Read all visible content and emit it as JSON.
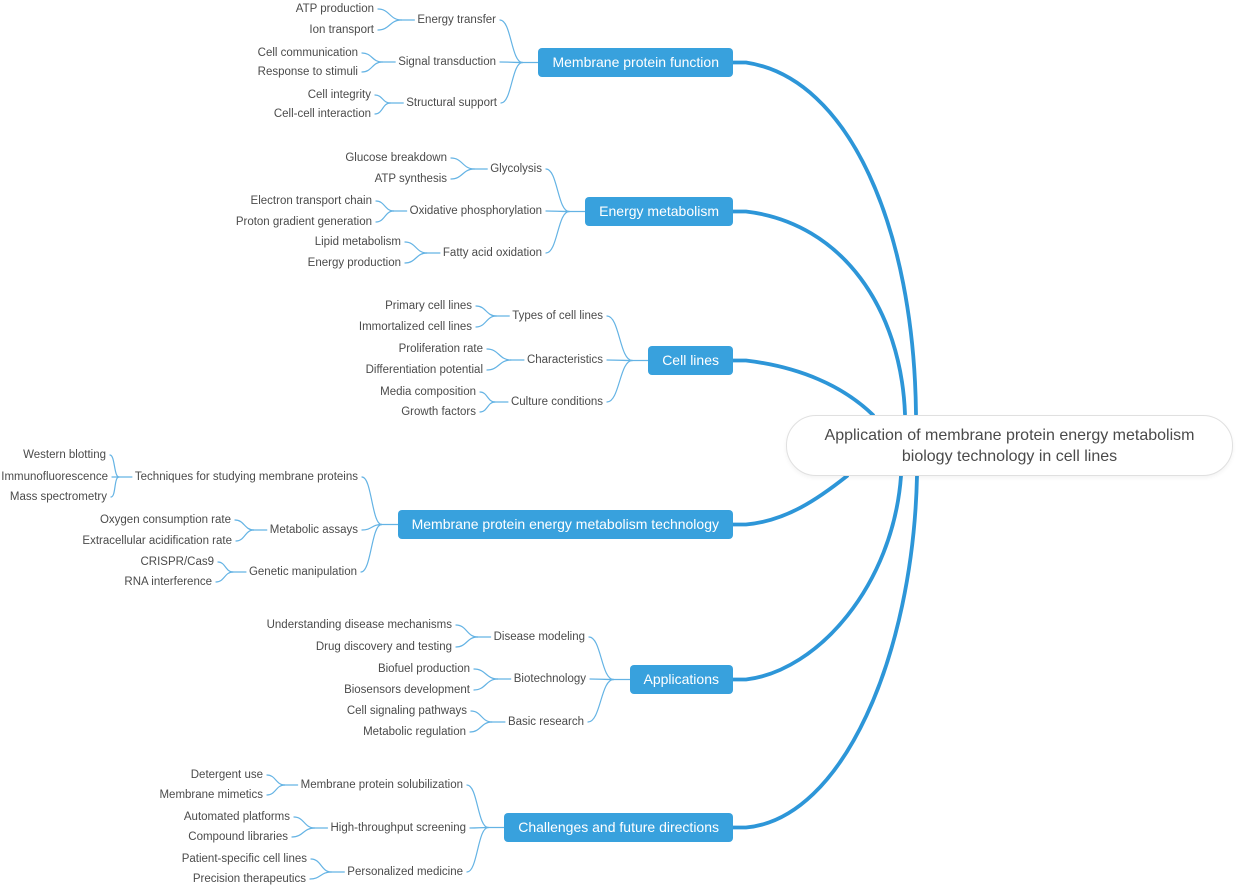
{
  "central": {
    "label": "Application of membrane protein energy metabolism biology technology in cell lines"
  },
  "branches": [
    {
      "label": "Membrane protein function",
      "children": [
        {
          "label": "Energy transfer",
          "children": [
            {
              "label": "ATP production"
            },
            {
              "label": "Ion transport"
            }
          ]
        },
        {
          "label": "Signal transduction",
          "children": [
            {
              "label": "Cell communication"
            },
            {
              "label": "Response to stimuli"
            }
          ]
        },
        {
          "label": "Structural support",
          "children": [
            {
              "label": "Cell integrity"
            },
            {
              "label": "Cell-cell interaction"
            }
          ]
        }
      ]
    },
    {
      "label": "Energy metabolism",
      "children": [
        {
          "label": "Glycolysis",
          "children": [
            {
              "label": "Glucose breakdown"
            },
            {
              "label": "ATP synthesis"
            }
          ]
        },
        {
          "label": "Oxidative phosphorylation",
          "children": [
            {
              "label": "Electron transport chain"
            },
            {
              "label": "Proton gradient generation"
            }
          ]
        },
        {
          "label": "Fatty acid oxidation",
          "children": [
            {
              "label": "Lipid metabolism"
            },
            {
              "label": "Energy production"
            }
          ]
        }
      ]
    },
    {
      "label": "Cell lines",
      "children": [
        {
          "label": "Types of cell lines",
          "children": [
            {
              "label": "Primary cell lines"
            },
            {
              "label": "Immortalized cell lines"
            }
          ]
        },
        {
          "label": "Characteristics",
          "children": [
            {
              "label": "Proliferation rate"
            },
            {
              "label": "Differentiation potential"
            }
          ]
        },
        {
          "label": "Culture conditions",
          "children": [
            {
              "label": "Media composition"
            },
            {
              "label": "Growth factors"
            }
          ]
        }
      ]
    },
    {
      "label": "Membrane protein energy metabolism technology",
      "children": [
        {
          "label": "Techniques for studying membrane proteins",
          "children": [
            {
              "label": "Western blotting"
            },
            {
              "label": "Immunofluorescence"
            },
            {
              "label": "Mass spectrometry"
            }
          ]
        },
        {
          "label": "Metabolic assays",
          "children": [
            {
              "label": "Oxygen consumption rate"
            },
            {
              "label": "Extracellular acidification rate"
            }
          ]
        },
        {
          "label": "Genetic manipulation",
          "children": [
            {
              "label": "CRISPR/Cas9"
            },
            {
              "label": "RNA interference"
            }
          ]
        }
      ]
    },
    {
      "label": "Applications",
      "children": [
        {
          "label": "Disease modeling",
          "children": [
            {
              "label": "Understanding disease mechanisms"
            },
            {
              "label": "Drug discovery and testing"
            }
          ]
        },
        {
          "label": "Biotechnology",
          "children": [
            {
              "label": "Biofuel production"
            },
            {
              "label": "Biosensors development"
            }
          ]
        },
        {
          "label": "Basic research",
          "children": [
            {
              "label": "Cell signaling pathways"
            },
            {
              "label": "Metabolic regulation"
            }
          ]
        }
      ]
    },
    {
      "label": "Challenges and future directions",
      "children": [
        {
          "label": "Membrane protein solubilization",
          "children": [
            {
              "label": "Detergent use"
            },
            {
              "label": "Membrane mimetics"
            }
          ]
        },
        {
          "label": "High-throughput screening",
          "children": [
            {
              "label": "Automated platforms"
            },
            {
              "label": "Compound libraries"
            }
          ]
        },
        {
          "label": "Personalized medicine",
          "children": [
            {
              "label": "Patient-specific cell lines"
            },
            {
              "label": "Precision therapeutics"
            }
          ]
        }
      ]
    }
  ],
  "colors": {
    "node_fill": "#38a1dd",
    "branch_line": "#2d96d8",
    "connector_line": "#64b3e4",
    "label_text": "#4b4b4b",
    "central_border": "#e0e0e0"
  }
}
